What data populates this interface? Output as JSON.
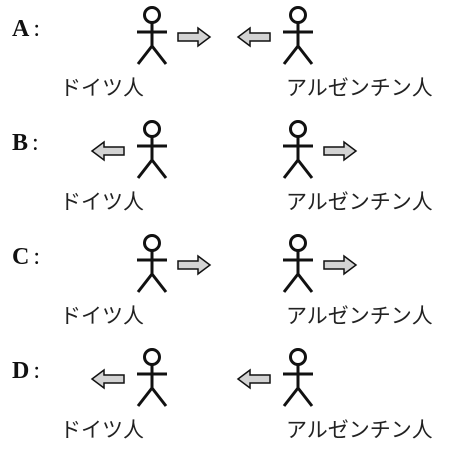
{
  "rows": [
    {
      "option": "A",
      "colon": ":",
      "germany_arrow": "right",
      "argentina_arrow": "left"
    },
    {
      "option": "B",
      "colon": ":",
      "germany_arrow": "left",
      "argentina_arrow": "right"
    },
    {
      "option": "C",
      "colon": ":",
      "germany_arrow": "right",
      "argentina_arrow": "right"
    },
    {
      "option": "D",
      "colon": ":",
      "germany_arrow": "left",
      "argentina_arrow": "left"
    }
  ],
  "labels": {
    "germany": "ドイツ人",
    "argentina": "アルゼンチン人"
  },
  "colors": {
    "arrow_fill": "#d3d3d3",
    "stroke": "#111111"
  },
  "icons": {
    "person": "stick-figure-icon",
    "arrow_right": "arrow-right-icon",
    "arrow_left": "arrow-left-icon"
  }
}
